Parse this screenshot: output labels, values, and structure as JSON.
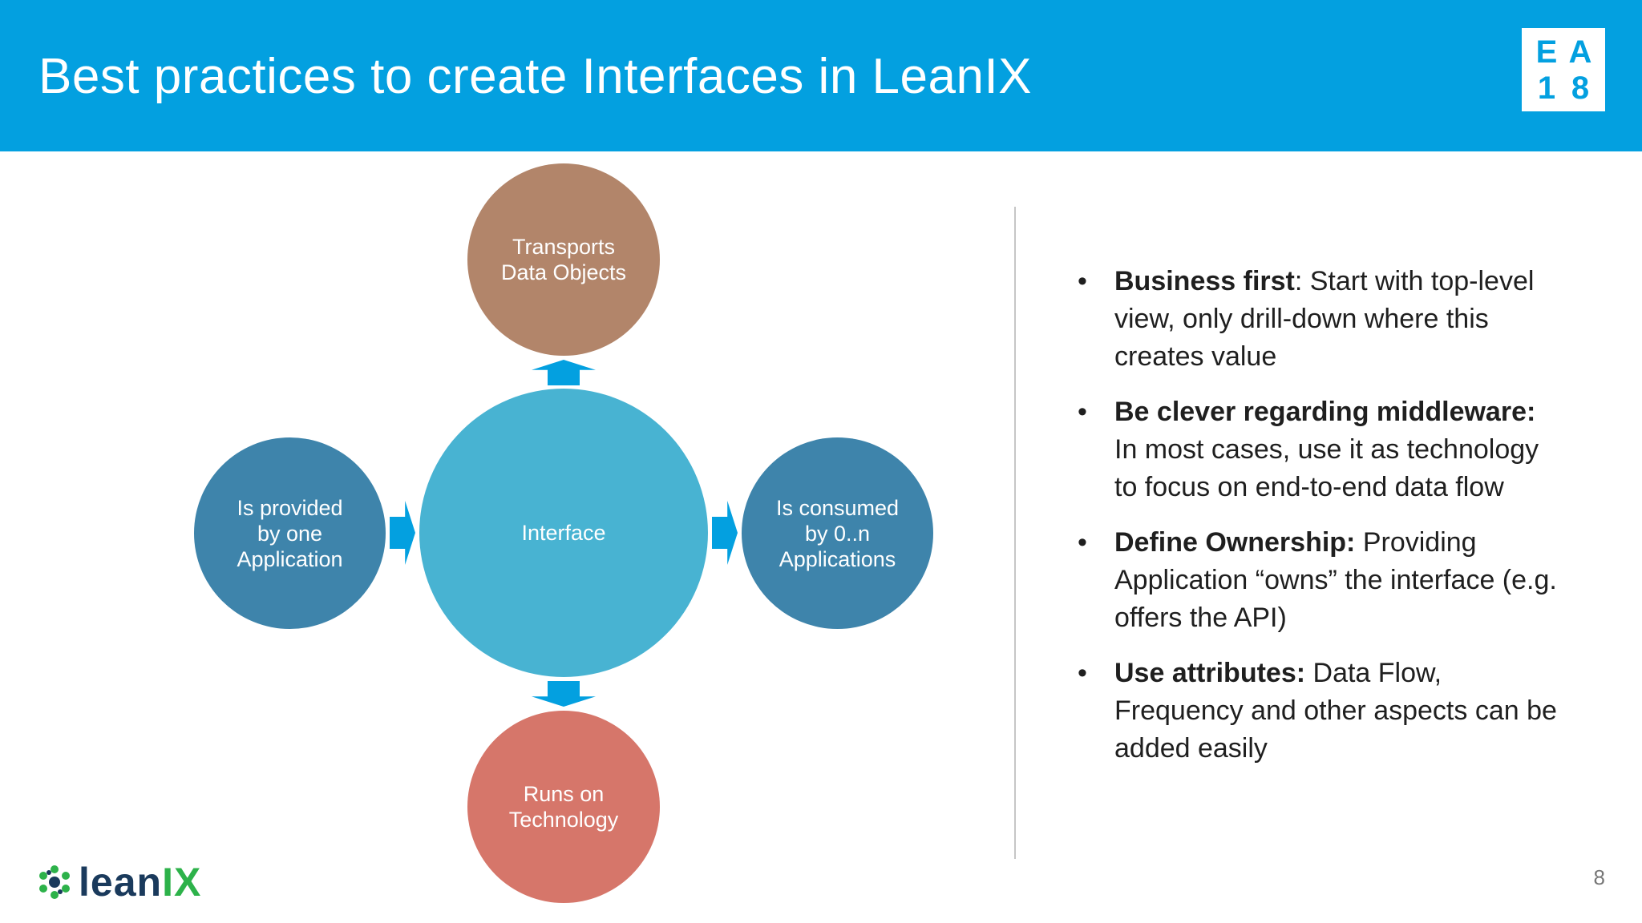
{
  "slide": {
    "title": "Best practices to create Interfaces in LeanIX",
    "page_number": "8"
  },
  "ea_logo": {
    "letters": [
      "E",
      "A",
      "1",
      "8"
    ]
  },
  "diagram": {
    "center": "Interface",
    "top": "Transports\nData Objects",
    "left": "Is provided\nby one\nApplication",
    "right": "Is consumed\nby 0..n\nApplications",
    "bottom": "Runs on\nTechnology"
  },
  "bullets": [
    {
      "strong": "Business first",
      "text": ": Start with top-level view, only drill-down where this creates value"
    },
    {
      "strong": "Be clever regarding middleware:",
      "text": " In most cases, use it as technology to focus on end-to-end data flow"
    },
    {
      "strong": "Define Ownership:",
      "text": " Providing Application “owns” the interface (e.g. offers the API)"
    },
    {
      "strong": "Use attributes:",
      "text": " Data Flow, Frequency and other aspects can be added easily"
    }
  ],
  "footer_logo": {
    "word_prefix": "lean",
    "word_suffix": "IX"
  },
  "colors": {
    "header": "#03a0e0",
    "center": "#48b3d2",
    "side": "#3e84ab",
    "top": "#b2856a",
    "bottom": "#d6766a",
    "arrow": "#03a0e0"
  }
}
